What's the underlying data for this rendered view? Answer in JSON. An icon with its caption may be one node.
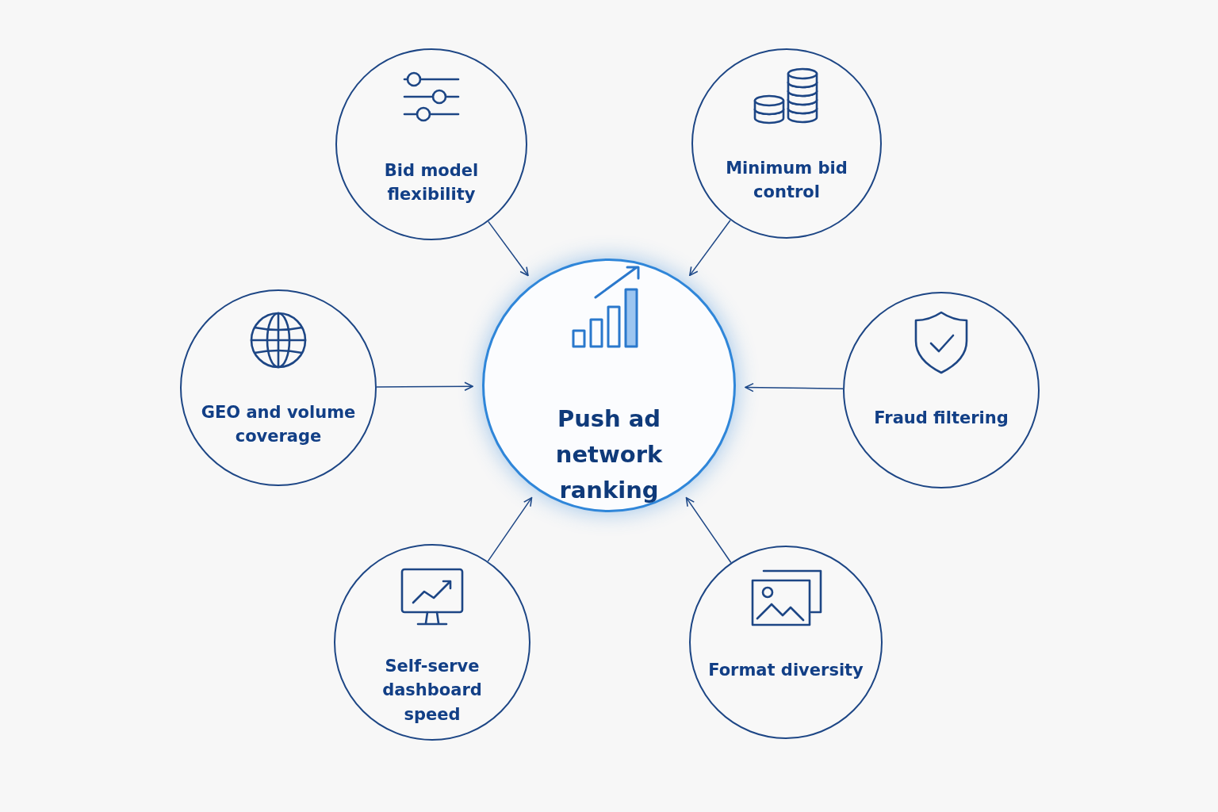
{
  "diagram": {
    "nodes": [
      {
        "text": [
          "Push ad network ranking"
        ]
      },
      {
        "text": [
          "Bid model flexibility"
        ]
      },
      {
        "text": [
          "Minimum bid control"
        ]
      },
      {
        "text": [
          "GEO and volume coverage"
        ]
      },
      {
        "text": [
          "Fraud filtering"
        ]
      },
      {
        "text": [
          "Self-serve dashboard speed"
        ]
      },
      {
        "text": [
          "Format diversity"
        ]
      }
    ],
    "edges": [
      {
        "from": 1,
        "to": 0,
        "arrow": "to"
      },
      {
        "from": 2,
        "to": 0,
        "arrow": "to"
      },
      {
        "from": 3,
        "to": 0,
        "arrow": "to"
      },
      {
        "from": 4,
        "to": 0,
        "arrow": "to"
      },
      {
        "from": 5,
        "to": 0,
        "arrow": "to"
      },
      {
        "from": 6,
        "to": 0,
        "arrow": "to"
      }
    ]
  }
}
